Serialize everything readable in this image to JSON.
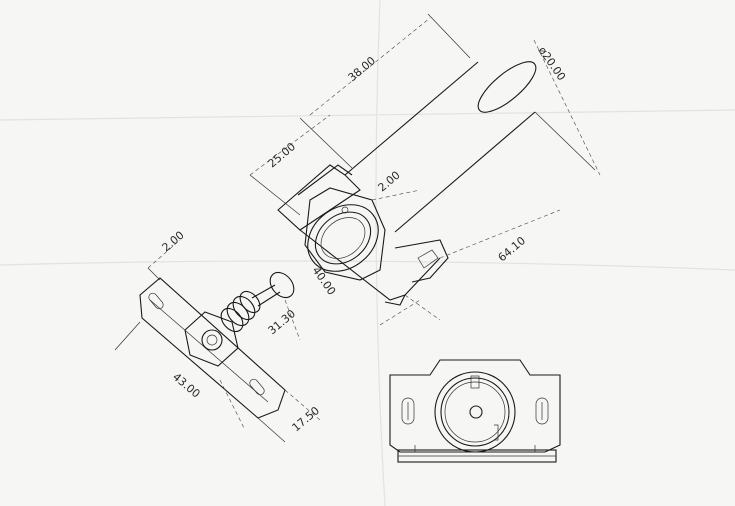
{
  "drawing": {
    "dimensions": {
      "tube_length": "38.00",
      "tube_diameter": "ø20.00",
      "flange_offset": "25.00",
      "wall_thickness_top": "2.00",
      "overall_length": "64.10",
      "flange_height": "40.00",
      "plate_thickness": "2.00",
      "stem_length": "31.30",
      "plate_length": "43.00",
      "plate_width": "17.50"
    }
  }
}
